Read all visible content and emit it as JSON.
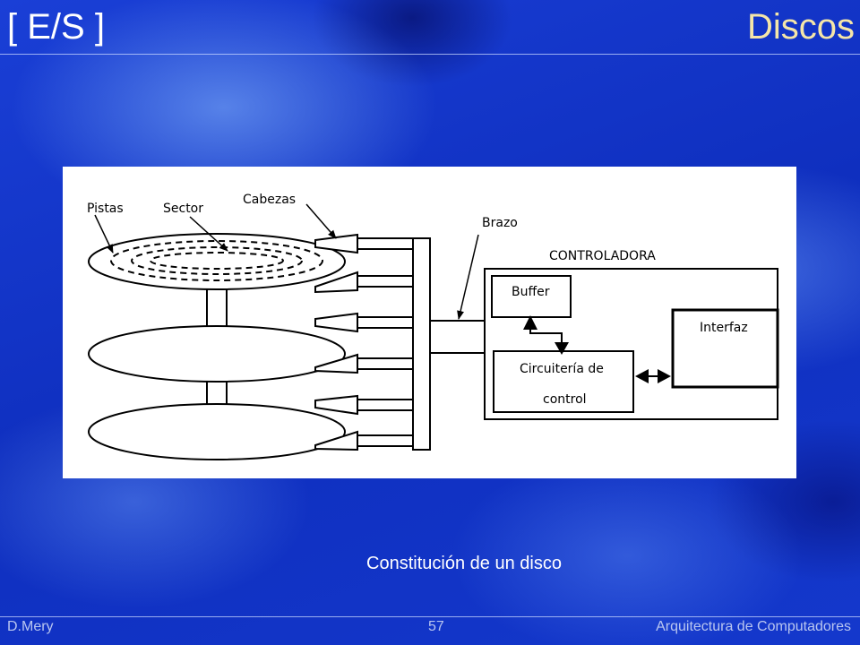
{
  "header": {
    "section": "[ E/S ]",
    "title": "Discos",
    "title_color": "#f5e6a8"
  },
  "diagram": {
    "labels": {
      "tracks": "Pistas",
      "sector": "Sector",
      "heads": "Cabezas",
      "arm": "Brazo",
      "controller": "CONTROLADORA",
      "buffer": "Buffer",
      "interface": "Interfaz",
      "circuitry_line1": "Circuitería de",
      "circuitry_line2": "control"
    }
  },
  "caption": "Constitución de un disco",
  "footer": {
    "author": "D.Mery",
    "page": "57",
    "course": "Arquitectura de Computadores"
  }
}
